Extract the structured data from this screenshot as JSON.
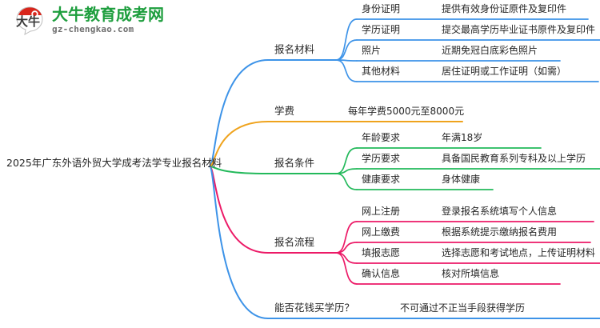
{
  "logo": {
    "mark_text": "大牛",
    "name_cn": "大牛教育成考网",
    "domain": "gz-chengkao.com",
    "brand_green": "#1e9e3e",
    "brand_red": "#d9261c"
  },
  "mindmap": {
    "root": {
      "label": "2025年广东外语外贸大学成考法学专业报名材料"
    },
    "branches": [
      {
        "label": "报名材料",
        "color": "#3d93e8",
        "children": [
          {
            "label": "身份证明",
            "desc": "提供有效身份证原件及复印件"
          },
          {
            "label": "学历证明",
            "desc": "提交最高学历毕业证书原件及复印件"
          },
          {
            "label": "照片",
            "desc": "近期免冠白底彩色照片"
          },
          {
            "label": "其他材料",
            "desc": "居住证明或工作证明（如需）"
          }
        ]
      },
      {
        "label": "学费",
        "color": "#efa31d",
        "children": [
          {
            "label": "",
            "desc": "每年学费5000元至8000元"
          }
        ]
      },
      {
        "label": "报名条件",
        "color": "#23b95b",
        "children": [
          {
            "label": "年龄要求",
            "desc": "年满18岁"
          },
          {
            "label": "学历要求",
            "desc": "具备国民教育系列专科及以上学历"
          },
          {
            "label": "健康要求",
            "desc": "身体健康"
          }
        ]
      },
      {
        "label": "报名流程",
        "color": "#ec1a67",
        "children": [
          {
            "label": "网上注册",
            "desc": "登录报名系统填写个人信息"
          },
          {
            "label": "网上缴费",
            "desc": "根据系统提示缴纳报名费用"
          },
          {
            "label": "填报志愿",
            "desc": "选择志愿和考试地点，上传证明材料"
          },
          {
            "label": "确认信息",
            "desc": "核对所填信息"
          }
        ]
      },
      {
        "label": "能否花钱买学历？",
        "color": "#3d93e8",
        "children": [
          {
            "label": "",
            "desc": "不可通过不正当手段获得学历"
          }
        ]
      }
    ]
  }
}
